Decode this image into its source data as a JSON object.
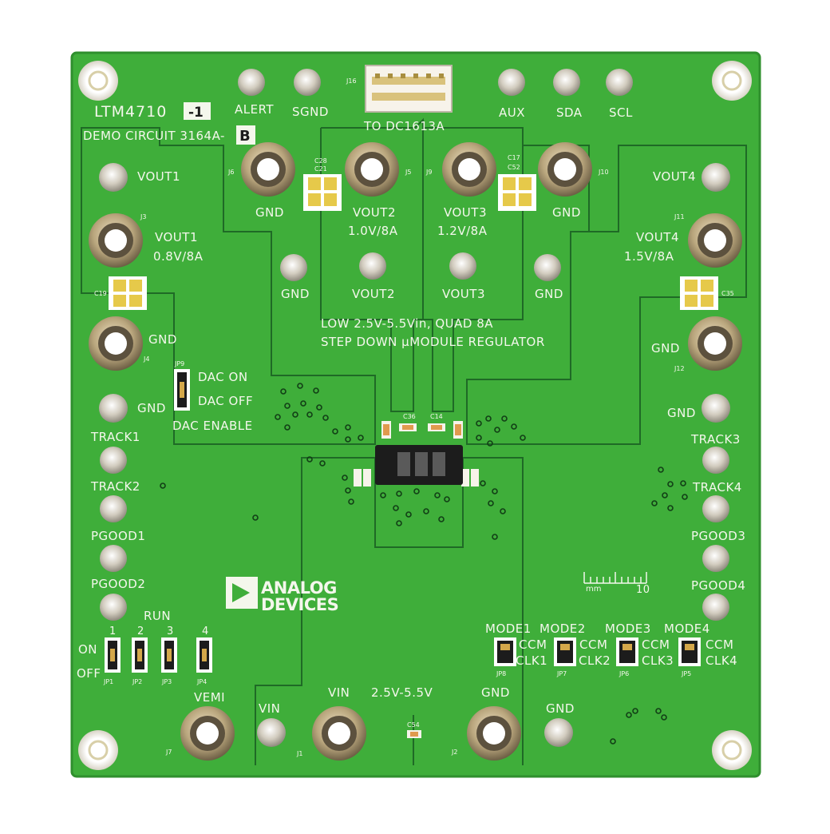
{
  "board": {
    "part_number": "LTM4710",
    "part_suffix": "-1",
    "demo_circuit": "DEMO CIRCUIT 3164A-",
    "revision": "B",
    "description_line1": "LOW 2.5V-5.5Vin, QUAD 8A",
    "description_line2": "STEP DOWN µMODULE REGULATOR",
    "vin_range": "2.5V-5.5V",
    "connector_label": "TO DC1613A",
    "connector_ref": "J16",
    "scale_label": "mm",
    "scale_value": "10"
  },
  "brand": {
    "line1": "ANALOG",
    "line2": "DEVICES"
  },
  "top_terminals": {
    "alert": "ALERT",
    "sgnd": "SGND",
    "aux": "AUX",
    "sda": "SDA",
    "scl": "SCL"
  },
  "left_terminals": {
    "vout1_turret": "VOUT1",
    "vout1_jack_line1": "VOUT1",
    "vout1_jack_line2": "0.8V/8A",
    "gnd_jack": "GND",
    "gnd_turret": "GND",
    "track1": "TRACK1",
    "track2": "TRACK2",
    "pgood1": "PGOOD1",
    "pgood2": "PGOOD2"
  },
  "right_terminals": {
    "vout4_turret": "VOUT4",
    "vout4_jack_line1": "VOUT4",
    "vout4_jack_line2": "1.5V/8A",
    "gnd_jack": "GND",
    "gnd_turret": "GND",
    "track3": "TRACK3",
    "track4": "TRACK4",
    "pgood3": "PGOOD3",
    "pgood4": "PGOOD4"
  },
  "center_terminals": {
    "gnd_left": "GND",
    "gnd_right": "GND",
    "vout2_line1": "VOUT2",
    "vout2_line2": "1.0V/8A",
    "vout3_line1": "VOUT3",
    "vout3_line2": "1.2V/8A",
    "gnd_turret_left": "GND",
    "vout2_turret": "VOUT2",
    "vout3_turret": "VOUT3",
    "gnd_turret_right": "GND"
  },
  "dac": {
    "on": "DAC ON",
    "off": "DAC OFF",
    "enable": "DAC ENABLE",
    "ref": "JP9"
  },
  "run": {
    "title": "RUN",
    "on": "ON",
    "off": "OFF",
    "numbers": [
      "1",
      "2",
      "3",
      "4"
    ],
    "refs": [
      "JP1",
      "JP2",
      "JP3",
      "JP4"
    ]
  },
  "modes": [
    {
      "title": "MODE1",
      "ccm": "CCM",
      "clk": "CLK1",
      "ref": "JP8"
    },
    {
      "title": "MODE2",
      "ccm": "CCM",
      "clk": "CLK2",
      "ref": "JP7"
    },
    {
      "title": "MODE3",
      "ccm": "CCM",
      "clk": "CLK3",
      "ref": "JP6"
    },
    {
      "title": "MODE4",
      "ccm": "CCM",
      "clk": "CLK4",
      "ref": "JP5"
    }
  ],
  "bottom_terminals": {
    "vemi": "VEMI",
    "vin_turret": "VIN",
    "vin_jack": "VIN",
    "gnd_jack": "GND",
    "gnd_turret": "GND"
  },
  "refdes": {
    "j1": "J1",
    "j2": "J2",
    "j3": "J3",
    "j4": "J4",
    "j5": "J5",
    "j6": "J6",
    "j7": "J7",
    "j9": "J9",
    "j10": "J10",
    "j11": "J11",
    "j12": "J12",
    "c28": "C28",
    "c21": "C21",
    "c17": "C17",
    "c52": "C52",
    "c19": "C19",
    "c35": "C35",
    "c36": "C36",
    "c14": "C14",
    "c54": "C54"
  },
  "colors": {
    "pcb": "#3fae3a",
    "pcb_edge": "#2f8f2d",
    "silkscreen": "#f4f7ec",
    "copper_trace": "#1f6a26",
    "terminal_metal": "#c9c3b5",
    "pad_gold": "#e6c94a",
    "module_body": "#1c1c1c"
  }
}
